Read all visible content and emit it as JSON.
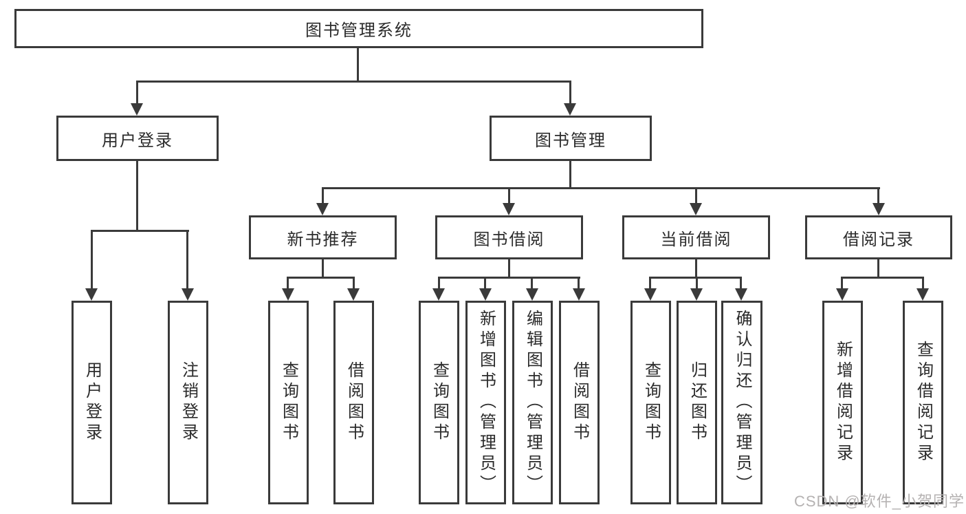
{
  "diagram": {
    "root": "图书管理系统",
    "branches": [
      {
        "label": "用户登录",
        "children": [
          "用户登录",
          "注销登录"
        ]
      },
      {
        "label": "图书管理",
        "children": [
          {
            "label": "新书推荐",
            "children": [
              "查询图书",
              "借阅图书"
            ]
          },
          {
            "label": "图书借阅",
            "children": [
              "查询图书",
              "新增图书（管理员）",
              "编辑图书（管理员）",
              "借阅图书"
            ]
          },
          {
            "label": "当前借阅",
            "children": [
              "查询图书",
              "归还图书",
              "确认归还（管理员）"
            ]
          },
          {
            "label": "借阅记录",
            "children": [
              "新增借阅记录",
              "查询借阅记录"
            ]
          }
        ]
      }
    ]
  },
  "watermark": "CSDN @软件_小贺同学",
  "colors": {
    "line": "#3a3a3a",
    "text": "#2b2b2b",
    "box_fill": "#ffffff",
    "watermark": "#b5b2b2"
  }
}
